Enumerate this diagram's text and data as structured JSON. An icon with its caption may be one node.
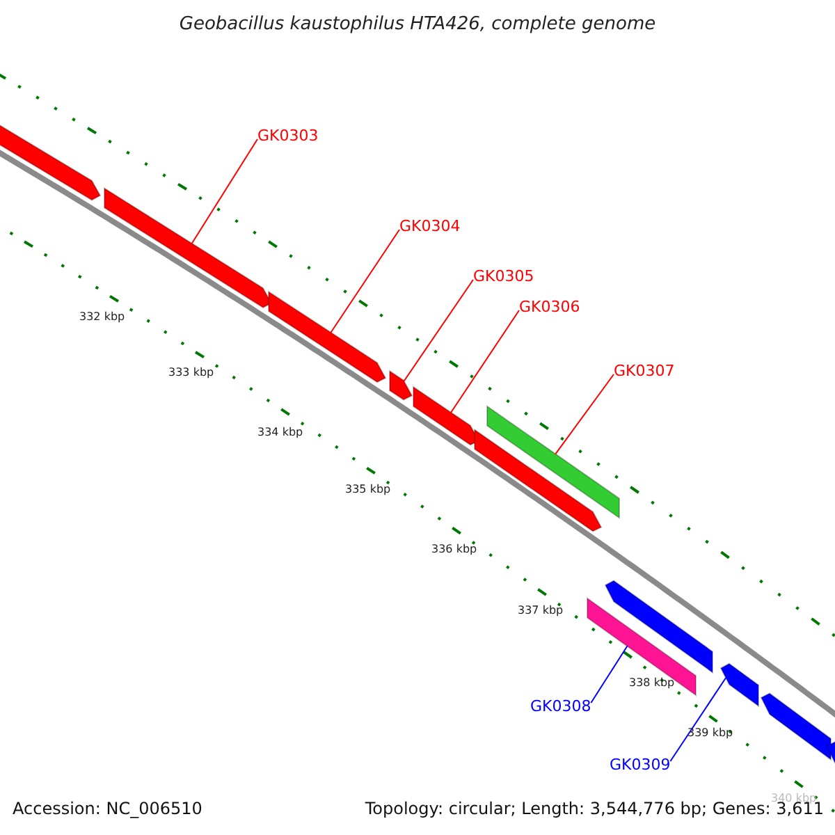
{
  "diagram": {
    "title": "Geobacillus kaustophilus HTA426, complete genome",
    "nodes": [
      {
        "text": [
          "GK0303"
        ]
      },
      {
        "text": [
          "GK0304"
        ]
      },
      {
        "text": [
          "GK0305"
        ]
      },
      {
        "text": [
          "GK0306"
        ]
      },
      {
        "text": [
          "GK0307"
        ]
      },
      {
        "text": [
          "GK0308"
        ]
      },
      {
        "text": [
          "GK0309"
        ]
      },
      {
        "text": [],
        "shape": "bar"
      },
      {
        "text": [],
        "shape": "bar"
      },
      {
        "text": [],
        "shape": "bar"
      },
      {
        "text": [],
        "shape": "bar"
      },
      {
        "text": [],
        "shape": "bar"
      },
      {
        "text": [],
        "shape": "bar"
      },
      {
        "text": [],
        "shape": "bar"
      },
      {
        "text": [],
        "shape": "bar"
      },
      {
        "text": [],
        "shape": "bar"
      },
      {
        "text": [],
        "shape": "bar"
      },
      {
        "text": [],
        "shape": "bar"
      },
      {
        "text": [],
        "shape": "bar"
      }
    ],
    "edges": [
      {
        "from": 0,
        "to": 8,
        "arrow": "none"
      },
      {
        "from": 1,
        "to": 9,
        "arrow": "none"
      },
      {
        "from": 2,
        "to": 10,
        "arrow": "none"
      },
      {
        "from": 3,
        "to": 11,
        "arrow": "none"
      },
      {
        "from": 4,
        "to": 13,
        "arrow": "none"
      },
      {
        "from": 5,
        "to": 14,
        "arrow": "none",
        "color": "#0000ff"
      },
      {
        "from": 6,
        "to": 16,
        "arrow": "none",
        "color": "#0000ff"
      }
    ],
    "labels": [
      "332 kbp",
      "333 kbp",
      "334 kbp",
      "335 kbp",
      "336 kbp",
      "337 kbp",
      "338 kbp",
      "339 kbp",
      "340 kbp",
      "Accession: NC_006510",
      "Topology: circular; Length: 3,544,776 bp; Genes: 3,611"
    ]
  }
}
